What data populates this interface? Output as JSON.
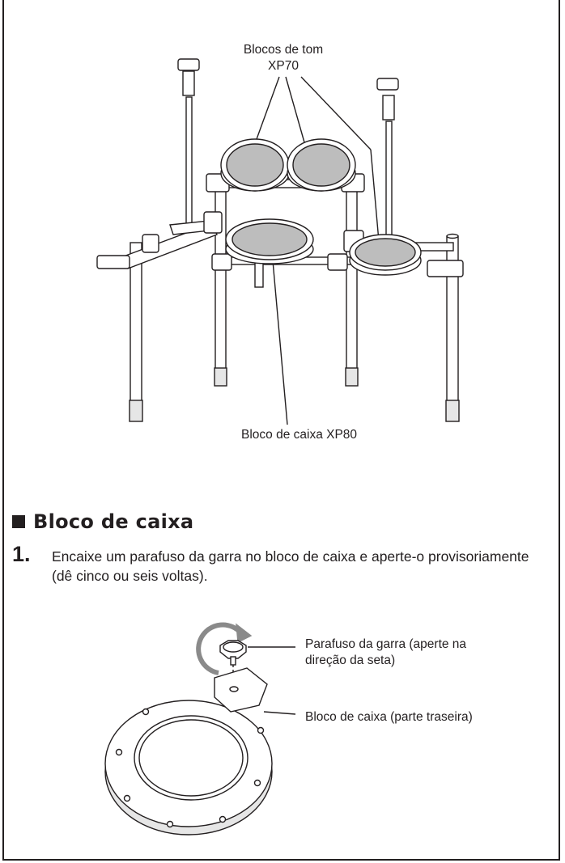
{
  "figure1": {
    "label_tom_line1": "Blocos de tom",
    "label_tom_line2": "XP70",
    "label_snare": "Bloco de caixa XP80"
  },
  "section": {
    "title": "Bloco de caixa"
  },
  "step1": {
    "number": "1.",
    "text": "Encaixe um parafuso da garra no bloco de caixa e aperte-o provisoriamente (dê cinco ou seis voltas)."
  },
  "figure2": {
    "label_screw_line1": "Parafuso da garra (aperte na",
    "label_screw_line2": "direção da seta)",
    "label_pad_back": "Bloco de caixa (parte traseira)"
  }
}
